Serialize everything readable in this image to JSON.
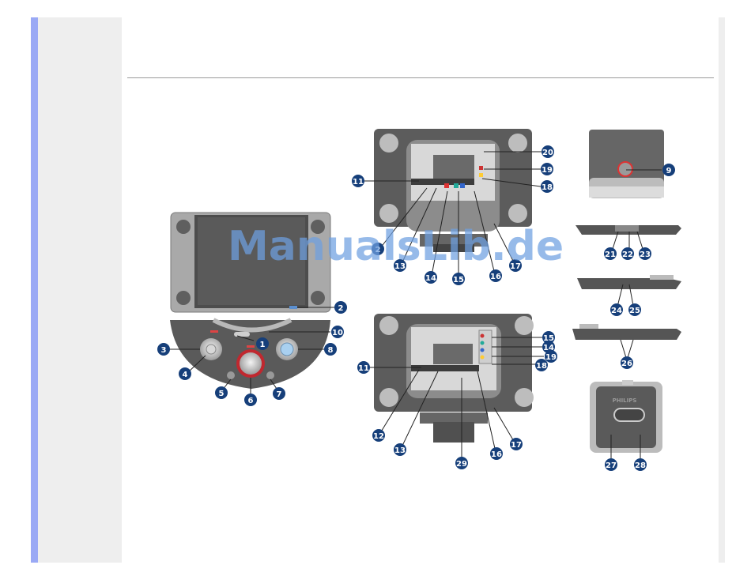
{
  "watermark": "ManualsLib.de",
  "callouts": [
    "1",
    "2",
    "3",
    "4",
    "5",
    "6",
    "7",
    "8",
    "9",
    "10",
    "11",
    "12",
    "13",
    "14",
    "15",
    "16",
    "17",
    "18",
    "19",
    "20",
    "21",
    "22",
    "23",
    "24",
    "25",
    "26",
    "27",
    "28",
    "29"
  ],
  "brand_label": "PHILIPS"
}
